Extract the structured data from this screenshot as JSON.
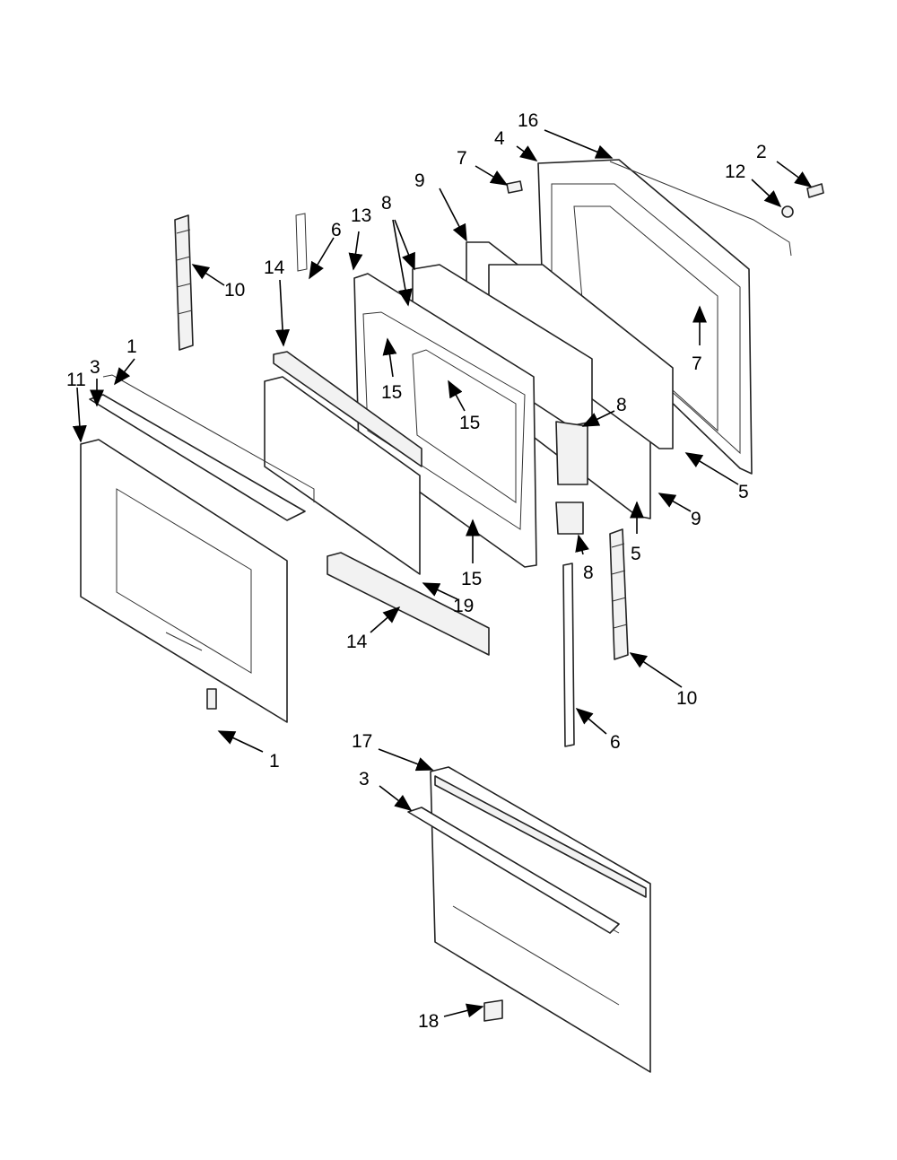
{
  "diagram": {
    "callouts": {
      "c1a": "1",
      "c1b": "1",
      "c2": "2",
      "c3a": "3",
      "c3b": "3",
      "c4": "4",
      "c5a": "5",
      "c5b": "5",
      "c6a": "6",
      "c6b": "6",
      "c7a": "7",
      "c7b": "7",
      "c8a": "8",
      "c8b": "8",
      "c8c": "8",
      "c9a": "9",
      "c9b": "9",
      "c10a": "10",
      "c10b": "10",
      "c11": "11",
      "c12": "12",
      "c13": "13",
      "c14a": "14",
      "c14b": "14",
      "c15a": "15",
      "c15b": "15",
      "c15c": "15",
      "c16": "16",
      "c17": "17",
      "c18": "18",
      "c19": "19"
    }
  }
}
